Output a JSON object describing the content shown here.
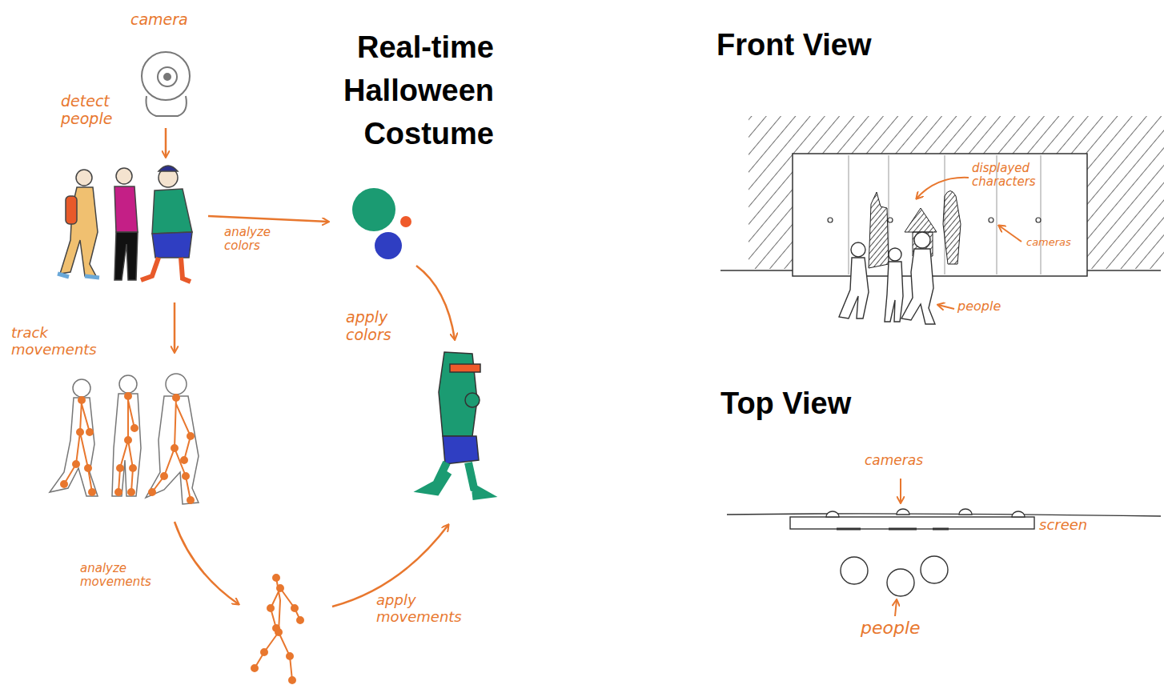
{
  "diagram": {
    "title": "Real-time Halloween Costume",
    "labels": [
      "camera",
      "detect people",
      "analyze colors",
      "track movements",
      "apply colors",
      "analyze movements",
      "apply movements",
      "Front View",
      "displayed characters",
      "cameras",
      "people",
      "Top View",
      "cameras",
      "screen",
      "people"
    ]
  }
}
